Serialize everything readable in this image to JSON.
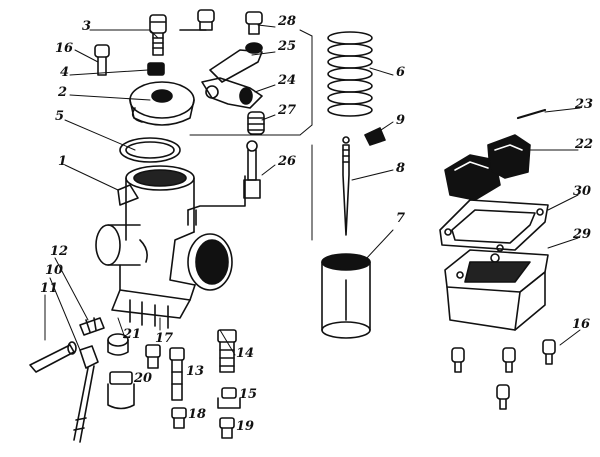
{
  "diagram": {
    "callouts": [
      "3",
      "28",
      "16",
      "25",
      "4",
      "24",
      "2",
      "27",
      "5",
      "26",
      "1",
      "6",
      "9",
      "8",
      "7",
      "23",
      "22",
      "30",
      "29",
      "12",
      "10",
      "11",
      "21",
      "17",
      "14",
      "20",
      "13",
      "15",
      "18",
      "19",
      "16"
    ],
    "colors": {
      "ink": "#111111",
      "paper": "#ffffff"
    }
  }
}
